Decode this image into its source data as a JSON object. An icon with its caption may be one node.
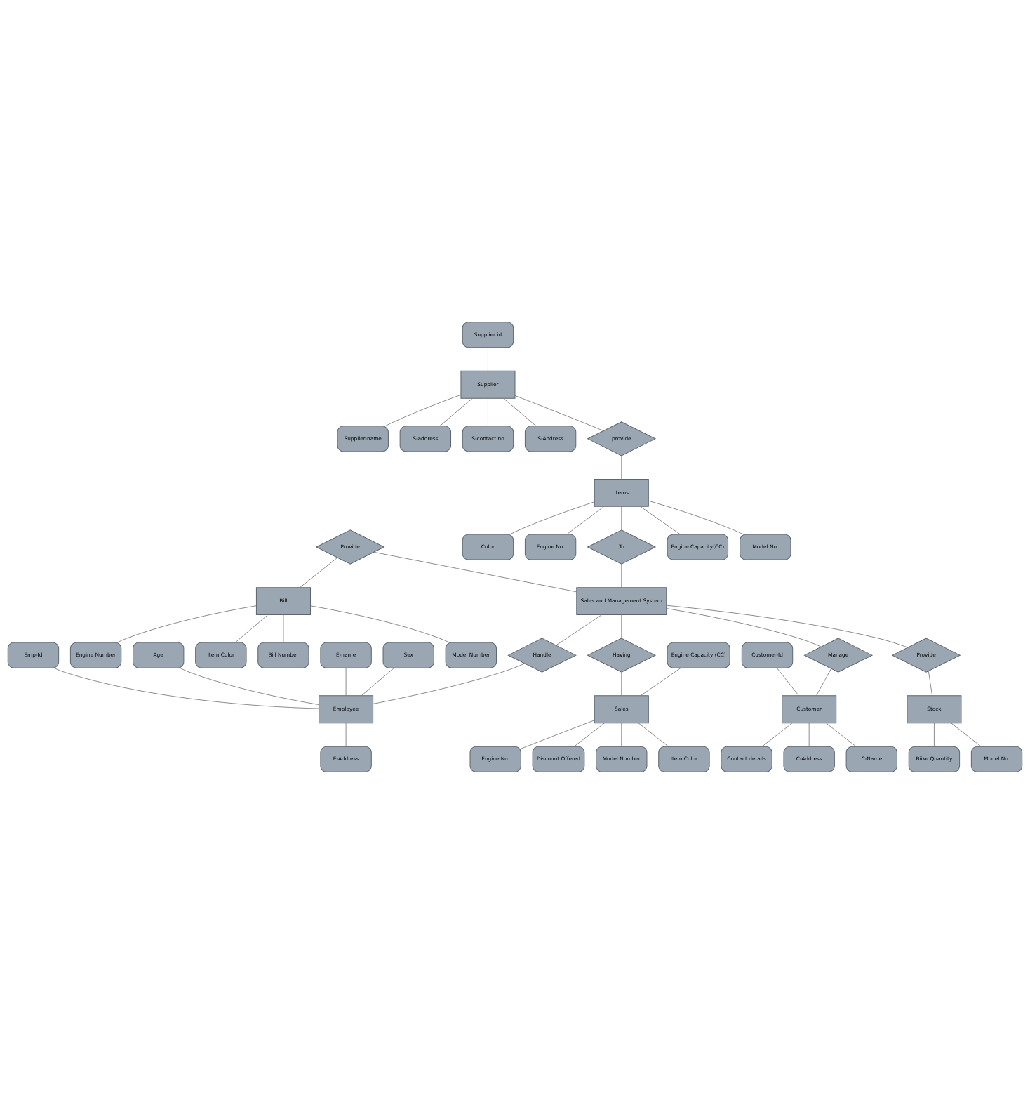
{
  "diagram": {
    "nodes": [
      {
        "text": [
          "Supplier-name"
        ]
      },
      {
        "text": [
          "S-address"
        ]
      },
      {
        "text": [
          "S-contact no"
        ]
      },
      {
        "text": [
          "Supplier id"
        ]
      },
      {
        "text": [
          "Supplier"
        ]
      },
      {
        "text": [
          "S-Address"
        ]
      },
      {
        "text": [
          "provide"
        ]
      },
      {
        "text": [
          "Model No."
        ]
      },
      {
        "text": [
          "Model Number"
        ]
      },
      {
        "text": [
          "Color"
        ]
      },
      {
        "text": [
          "Item Color"
        ]
      },
      {
        "text": [
          "Engine No."
        ]
      },
      {
        "text": [
          "Items"
        ]
      },
      {
        "text": [
          "Engine No."
        ]
      },
      {
        "text": [
          "Engine Capacity (CC)"
        ]
      },
      {
        "text": [
          "Discount Offered"
        ]
      },
      {
        "text": [
          "To"
        ]
      },
      {
        "text": [
          "Engine Capacity(CC)"
        ]
      },
      {
        "text": [
          "Sales"
        ]
      },
      {
        "text": [
          "Provide"
        ]
      },
      {
        "text": [
          "Sales and Management System"
        ]
      },
      {
        "text": [
          "Having"
        ]
      },
      {
        "text": [
          "E-name"
        ]
      },
      {
        "text": [
          "Sex"
        ]
      },
      {
        "text": [
          "Bill"
        ]
      },
      {
        "text": [
          "Bill Number"
        ]
      },
      {
        "text": [
          "Emp-Id"
        ]
      },
      {
        "text": [
          "Age"
        ]
      },
      {
        "text": [
          "Model Number"
        ]
      },
      {
        "text": [
          "Engine Number"
        ]
      },
      {
        "text": [
          "Provide"
        ]
      },
      {
        "text": [
          "Manage"
        ]
      },
      {
        "text": [
          "Handle"
        ]
      },
      {
        "text": [
          "Employee"
        ]
      },
      {
        "text": [
          "E-Address"
        ]
      },
      {
        "text": [
          "Item Color"
        ]
      },
      {
        "text": [
          "Customer"
        ]
      },
      {
        "text": [
          "Stock"
        ]
      },
      {
        "text": [
          "Customer-Id"
        ]
      },
      {
        "text": [
          "Biike Quantity"
        ]
      },
      {
        "text": [
          "C-Name"
        ]
      },
      {
        "text": [
          "Contact details"
        ]
      },
      {
        "text": [
          "Model No."
        ]
      },
      {
        "text": [
          "C-Address"
        ]
      }
    ],
    "edges": [
      {
        "from": 4,
        "to": 0,
        "arrow": "none"
      },
      {
        "from": 4,
        "to": 1,
        "arrow": "none"
      },
      {
        "from": 4,
        "to": 2,
        "arrow": "none"
      },
      {
        "from": 3,
        "to": 4,
        "arrow": "none"
      },
      {
        "from": 4,
        "to": 5,
        "arrow": "none"
      },
      {
        "from": 4,
        "to": 6,
        "arrow": "none"
      },
      {
        "from": 6,
        "to": 12,
        "arrow": "none"
      },
      {
        "from": 12,
        "to": 7,
        "arrow": "none"
      },
      {
        "from": 12,
        "to": 9,
        "arrow": "none"
      },
      {
        "from": 12,
        "to": 13,
        "arrow": "none"
      },
      {
        "from": 12,
        "to": 17,
        "arrow": "none"
      },
      {
        "from": 12,
        "to": 16,
        "arrow": "none"
      },
      {
        "from": 16,
        "to": 20,
        "arrow": "none"
      },
      {
        "from": 19,
        "to": 20,
        "arrow": "none"
      },
      {
        "from": 20,
        "to": 21,
        "arrow": "none"
      },
      {
        "from": 21,
        "to": 18,
        "arrow": "none"
      },
      {
        "from": 18,
        "to": 10,
        "arrow": "none"
      },
      {
        "from": 18,
        "to": 8,
        "arrow": "none"
      },
      {
        "from": 18,
        "to": 11,
        "arrow": "none"
      },
      {
        "from": 14,
        "to": 18,
        "arrow": "none"
      },
      {
        "from": 18,
        "to": 15,
        "arrow": "none"
      },
      {
        "from": 19,
        "to": 24,
        "arrow": "none"
      },
      {
        "from": 24,
        "to": 25,
        "arrow": "none"
      },
      {
        "from": 24,
        "to": 28,
        "arrow": "none"
      },
      {
        "from": 24,
        "to": 29,
        "arrow": "none"
      },
      {
        "from": 24,
        "to": 35,
        "arrow": "none"
      },
      {
        "from": 20,
        "to": 30,
        "arrow": "none"
      },
      {
        "from": 20,
        "to": 31,
        "arrow": "none"
      },
      {
        "from": 20,
        "to": 32,
        "arrow": "none"
      },
      {
        "from": 32,
        "to": 33,
        "arrow": "none"
      },
      {
        "from": 26,
        "to": 33,
        "arrow": "none"
      },
      {
        "from": 22,
        "to": 33,
        "arrow": "none"
      },
      {
        "from": 23,
        "to": 33,
        "arrow": "none"
      },
      {
        "from": 27,
        "to": 33,
        "arrow": "none"
      },
      {
        "from": 33,
        "to": 34,
        "arrow": "none"
      },
      {
        "from": 30,
        "to": 37,
        "arrow": "none"
      },
      {
        "from": 37,
        "to": 39,
        "arrow": "none"
      },
      {
        "from": 37,
        "to": 42,
        "arrow": "none"
      },
      {
        "from": 31,
        "to": 36,
        "arrow": "none"
      },
      {
        "from": 38,
        "to": 36,
        "arrow": "none"
      },
      {
        "from": 36,
        "to": 40,
        "arrow": "none"
      },
      {
        "from": 36,
        "to": 43,
        "arrow": "none"
      },
      {
        "from": 36,
        "to": 41,
        "arrow": "none"
      }
    ]
  }
}
